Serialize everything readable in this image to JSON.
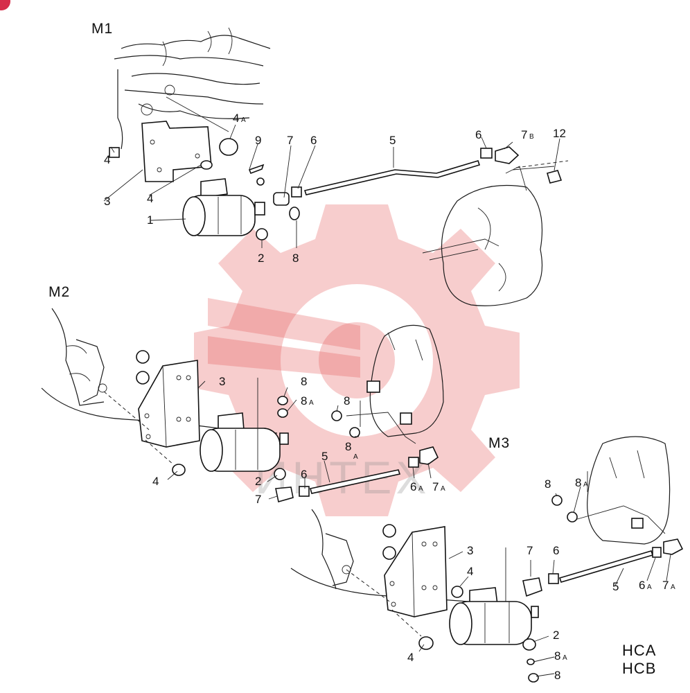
{
  "sections": {
    "m1": "M1",
    "m2": "M2",
    "m3": "M3"
  },
  "code": {
    "line1": "HCA",
    "line2": "HCB"
  },
  "watermark": {
    "text": "ИНТЕХ",
    "color": "#e35b5b"
  },
  "m1": {
    "c4a": "4",
    "c4a_sub": "A",
    "c4": "4",
    "c3": "3",
    "c4b": "4",
    "c9": "9",
    "c7": "7",
    "c6": "6",
    "c5": "5",
    "c6b": "6",
    "c7b": "7",
    "c7b_sub": "B",
    "c12": "12",
    "c1": "1",
    "c2": "2",
    "c8": "8"
  },
  "m2": {
    "c3": "3",
    "c8": "8",
    "c8a": "8",
    "c8a_sub": "A",
    "c8b": "8",
    "c8c": "8",
    "c8c_sub": "A",
    "c4": "4",
    "c2": "2",
    "c7": "7",
    "c6": "6",
    "c5": "5",
    "c6a": "6",
    "c6a_sub": "A",
    "c7a": "7",
    "c7a_sub": "A"
  },
  "m3": {
    "c8": "8",
    "c8a": "8",
    "c8a_sub": "A",
    "c3": "3",
    "c4": "4",
    "c7": "7",
    "c6": "6",
    "c5": "5",
    "c6a": "6",
    "c6a_sub": "A",
    "c7a": "7",
    "c7a_sub": "A",
    "c4b": "4",
    "c2": "2",
    "c8b": "8",
    "c8b_sub": "A",
    "c8c": "8"
  }
}
